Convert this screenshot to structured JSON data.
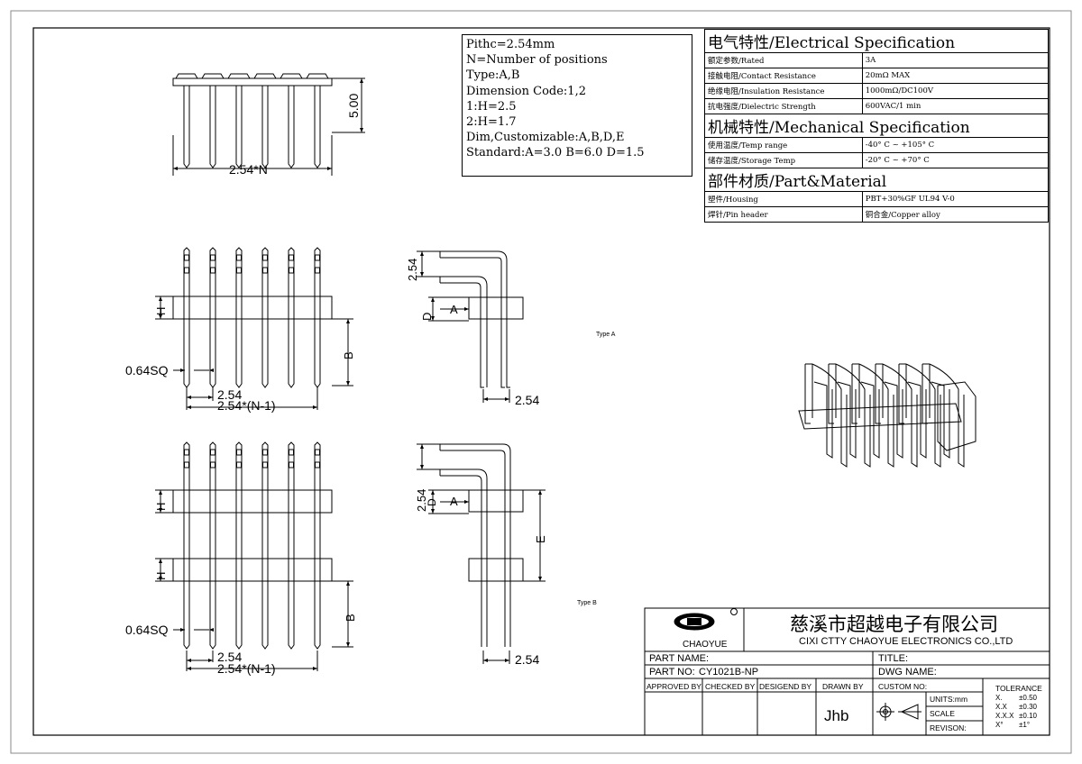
{
  "notes": {
    "lines": [
      "Pithc=2.54mm",
      "N=Number of positions",
      "Type:A,B",
      "Dimension Code:1,2",
      "1:H=2.5",
      "2:H=1.7",
      "Dim,Customizable:A,B,D,E",
      "Standard:A=3.0 B=6.0 D=1.5"
    ]
  },
  "spec": {
    "electrical_header": "电气特性/Electrical Specification",
    "electrical_rows": [
      {
        "label": "额定参数/Rated",
        "value": "3A"
      },
      {
        "label": "接触电阻/Contact Resistance",
        "value": "20mΩ MAX"
      },
      {
        "label": "绝缘电阻/Insulation Resistance",
        "value": "1000mΩ/DC100V"
      },
      {
        "label": "抗电强度/Dielectric Strength",
        "value": "600VAC/1 min"
      }
    ],
    "mechanical_header": "机械特性/Mechanical Specification",
    "mechanical_rows": [
      {
        "label": "使用温度/Temp range",
        "value": "-40° C ~ +105° C"
      },
      {
        "label": "储存温度/Storage Temp",
        "value": "-20° C ~ +70° C"
      }
    ],
    "material_header": "部件材质/Part&Material",
    "material_rows": [
      {
        "label": "塑件/Housing",
        "value": "PBT+30%GF  UL94  V-0"
      },
      {
        "label": "焊针/Pin header",
        "value": "铜合金/Copper alloy"
      }
    ]
  },
  "dims": {
    "top_height": "5.00",
    "top_width": "2.54*N",
    "h": "H",
    "b": "B",
    "sq": "0.64SQ",
    "pitch": "2.54",
    "span": "2.54*(N-1)",
    "side_pitch": "2.54",
    "d": "D",
    "a": "A",
    "e": "E",
    "d_b": "D",
    "pitch_b": "2.54"
  },
  "labels": {
    "type_a": "Type A",
    "type_b": "Type B"
  },
  "titleblock": {
    "company_cn": "慈溪市超越电子有限公司",
    "company_en": "CIXI CTTY CHAOYUE ELECTRONICS CO.,LTD",
    "logo_text": "CHAOYUE",
    "part_name_label": "PART NAME:",
    "title_label": "TITLE:",
    "part_no_label": "PART NO:",
    "part_no_value": "CY1021B-NP",
    "dwg_name_label": "DWG NAME:",
    "approved_by": "APPROVED BY",
    "checked_by": "CHECKED BY",
    "designed_by": "DESIGEND BY",
    "drawn_by": "DRAWN BY",
    "custom_no": "CUSTOM NO:",
    "units": "UNITS:mm",
    "scale": "SCALE",
    "revision": "REVISON:",
    "drawer": "Jhb",
    "tolerance_title": "TOLERANCE",
    "tolerance_rows": [
      {
        "k": "X.",
        "v": "±0.50"
      },
      {
        "k": "X.X",
        "v": "±0.30"
      },
      {
        "k": "X.X.X",
        "v": "±0.10"
      },
      {
        "k": "X°",
        "v": "±1°"
      }
    ]
  },
  "colors": {
    "line": "#000000",
    "border": "#777777",
    "background": "#ffffff"
  }
}
